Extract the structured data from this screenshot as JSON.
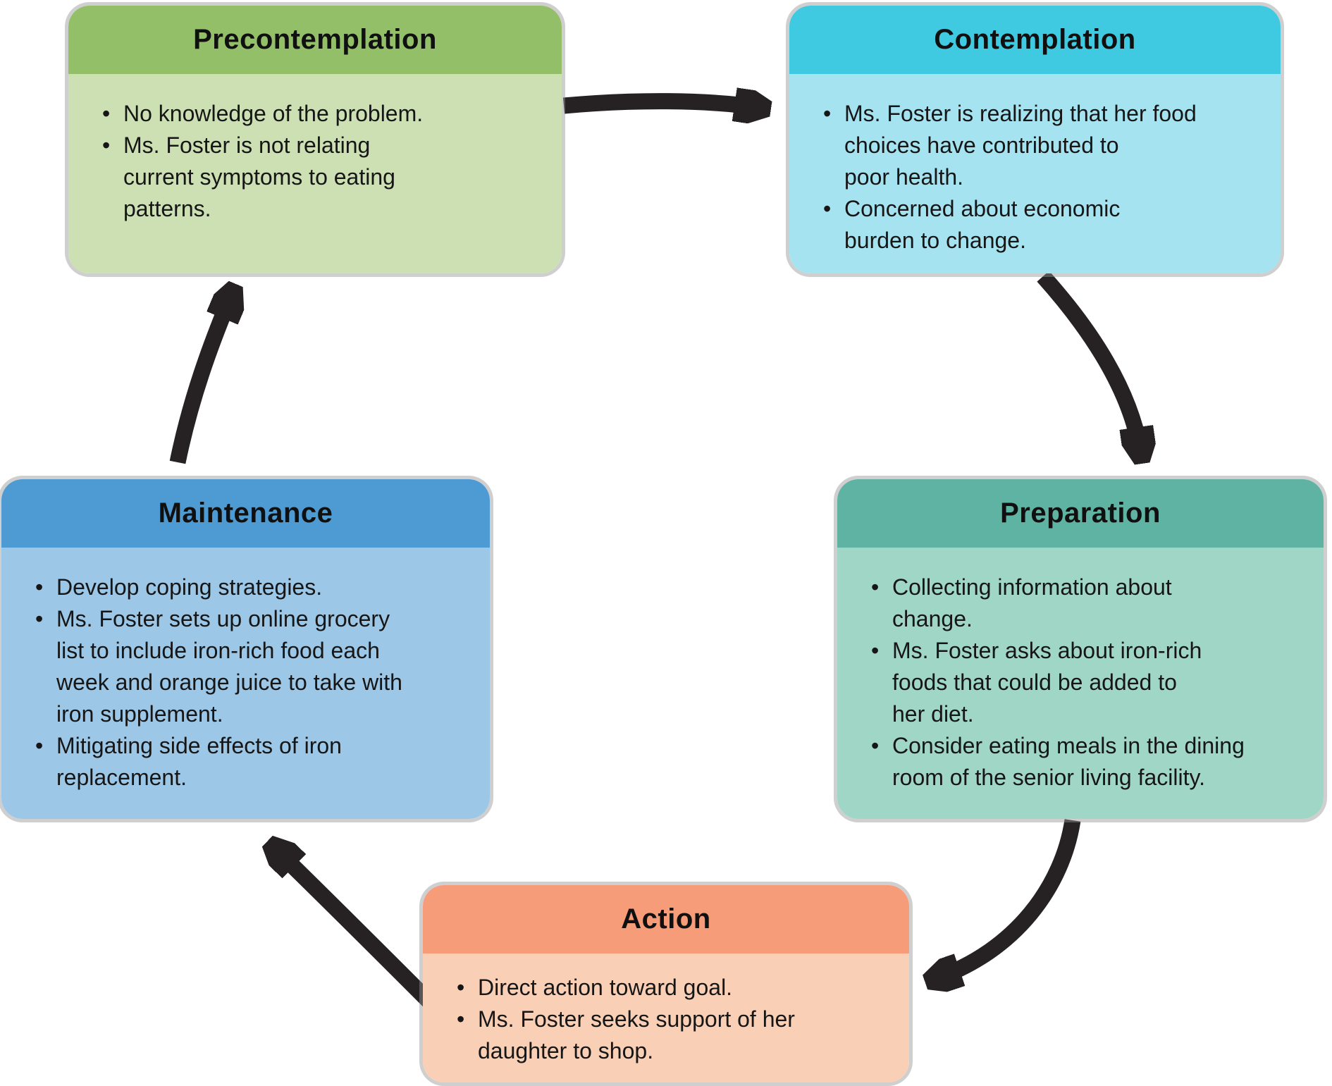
{
  "figure": {
    "model": "Stages of Change cycle applied to Ms. Foster",
    "layout": "five rounded stage cards arranged in a circle, connected by thick black curved arrows"
  },
  "stages": [
    {
      "id": "precontemplation",
      "title": "Precontemplation",
      "bullets": [
        "No knowledge of the problem.",
        "Ms. Foster is not relating\ncurrent symptoms to eating\npatterns."
      ],
      "colors": {
        "header": "#93BF69",
        "body": "#CDE0B4"
      }
    },
    {
      "id": "contemplation",
      "title": "Contemplation",
      "bullets": [
        "Ms. Foster is realizing that her food\nchoices have contributed to\npoor health.",
        "Concerned about economic\nburden to change."
      ],
      "colors": {
        "header": "#3FCAE2",
        "body": "#A6E3F0"
      }
    },
    {
      "id": "preparation",
      "title": "Preparation",
      "bullets": [
        "Collecting information about\nchange.",
        "Ms. Foster asks about iron-rich\nfoods that could be added to\nher diet.",
        "Consider eating meals in the dining\nroom of the senior living facility."
      ],
      "colors": {
        "header": "#5FB3A2",
        "body": "#A0D6C5"
      }
    },
    {
      "id": "action",
      "title": "Action",
      "bullets": [
        "Direct action toward goal.",
        "Ms. Foster seeks support of her\ndaughter to shop."
      ],
      "colors": {
        "header": "#F69C78",
        "body": "#F9CFB6"
      }
    },
    {
      "id": "maintenance",
      "title": "Maintenance",
      "bullets": [
        "Develop coping strategies.",
        "Ms. Foster sets up online grocery\nlist to include iron-rich food each\nweek and orange juice to take with\niron supplement.",
        "Mitigating side effects of iron\nreplacement."
      ],
      "colors": {
        "header": "#4E9BD3",
        "body": "#9CC7E7"
      }
    }
  ],
  "flow": {
    "type": "cycle",
    "sequence": [
      "Precontemplation",
      "Contemplation",
      "Preparation",
      "Action",
      "Maintenance",
      "Precontemplation"
    ],
    "arrow_color": "#262223"
  }
}
